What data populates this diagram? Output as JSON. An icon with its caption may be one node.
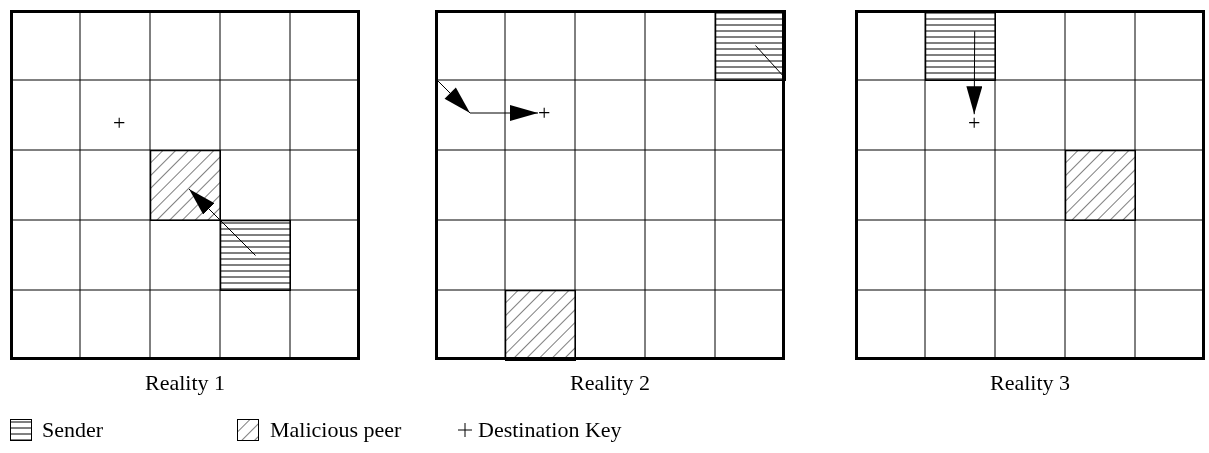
{
  "diagram": {
    "nodes": [
      {
        "text": [
          "Reality 1"
        ]
      },
      {
        "text": [],
        "shape": "box",
        "in": 0
      },
      {
        "text": [],
        "shape": "box",
        "in": 0
      },
      {
        "text": [
          "+"
        ],
        "in": 0
      },
      {
        "text": [
          "Reality 2"
        ]
      },
      {
        "text": [],
        "shape": "box",
        "in": 4
      },
      {
        "text": [],
        "shape": "box",
        "in": 4
      },
      {
        "text": [
          "+"
        ],
        "in": 4
      },
      {
        "text": [
          "Reality 3"
        ]
      },
      {
        "text": [],
        "shape": "box",
        "in": 8
      },
      {
        "text": [],
        "shape": "box",
        "in": 8
      },
      {
        "text": [
          "+"
        ],
        "in": 8
      }
    ],
    "edges": [
      {
        "from": 1,
        "to": 2,
        "arrow": "to"
      },
      {
        "from": 5,
        "to": null,
        "arrow": "none"
      },
      {
        "from": null,
        "to": 7,
        "arrow": "to"
      },
      {
        "from": 9,
        "to": 11,
        "arrow": "to"
      }
    ],
    "legend": [
      {
        "text": "Sender"
      },
      {
        "text": "Malicious peer"
      },
      {
        "text": "Destination Key"
      }
    ]
  }
}
